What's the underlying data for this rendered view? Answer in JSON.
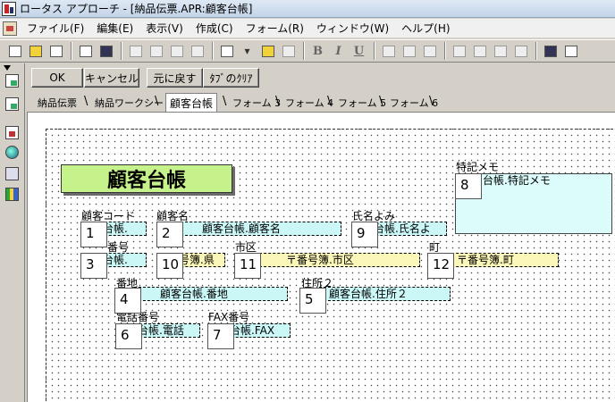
{
  "window": {
    "title": "ロータス アプローチ - [納品伝票.APR:顧客台帳]"
  },
  "menu": [
    "ファイル(F)",
    "編集(E)",
    "表示(V)",
    "作成(C)",
    "フォーム(R)",
    "ウィンドウ(W)",
    "ヘルプ(H)"
  ],
  "toolbar": {
    "bold": "B",
    "italic": "I",
    "underline": "U"
  },
  "actions": {
    "ok": "OK",
    "cancel": "キャンセル",
    "revert": "元に戻す",
    "clear_tabs": "ﾀﾌﾞのｸﾘｱ"
  },
  "tabs": [
    "納品伝票",
    "納品ワークシート",
    "顧客台帳",
    "フォーム 3",
    "フォーム 4",
    "フォーム 5",
    "フォーム 6"
  ],
  "form": {
    "heading": "顧客台帳",
    "labels": {
      "customer_code": "顧客コード",
      "customer_name": "顧客名",
      "name_kana": "氏名よみ",
      "postal": "番号",
      "city": "市区",
      "town": "町",
      "address": "番地",
      "address2": "住所２",
      "phone": "電話番号",
      "fax": "FAX番号",
      "memo": "特記メモ"
    },
    "fields": {
      "customer_code": "台帳.",
      "customer_name": "顧客台帳.顧客名",
      "name_kana": "台帳.氏名よ",
      "postal": "台帳.",
      "prefecture": "号簿.県",
      "city": "〒番号簿.市区",
      "town": "〒番号簿.町",
      "address": "顧客台帳.番地",
      "address2": "顧客台帳.住所２",
      "phone": "台帳.電話",
      "fax": "台帳.FAX",
      "memo": "台帳.特記メモ"
    },
    "order": [
      "1",
      "2",
      "3",
      "4",
      "5",
      "6",
      "7",
      "8",
      "9",
      "10",
      "11",
      "12"
    ]
  }
}
